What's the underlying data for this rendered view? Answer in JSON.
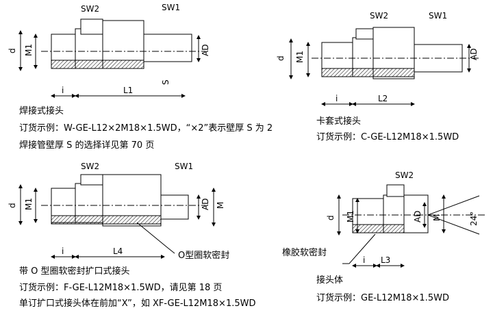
{
  "fig1": {
    "sw2": "SW2",
    "sw1": "SW1",
    "d": "d",
    "m1": "M1",
    "ad": "AD",
    "s": "S",
    "i": "i",
    "l": "L1",
    "title": "焊接式接头",
    "order": "订货示例：W-GE-L12×2M18×1.5WD，“×2”表示壁厚 S 为 2",
    "note": "焊接管壁厚 S 的选择详见第 70 页"
  },
  "fig2": {
    "sw2": "SW2",
    "sw1": "SW1",
    "d": "d",
    "m1": "M1",
    "ad": "AD",
    "i": "i",
    "l": "L2",
    "title": "卡套式接头",
    "order": "订货示例：C-GE-L12M18×1.5WD"
  },
  "fig3": {
    "sw2": "SW2",
    "sw1": "SW1",
    "d": "d",
    "m1": "M1",
    "ad": "AD",
    "m": "M",
    "i": "i",
    "l": "L4",
    "seal": "O型圈软密封",
    "title": "带 O 型圈软密封扩口式接头",
    "order": "订货示例：F-GE-L12M18×1.5WD，请见第 18 页",
    "note": "单订扩口式接头体在前加“X”，如 XF-GE-L12M18×1.5WD"
  },
  "fig4": {
    "sw2": "SW2",
    "d": "d",
    "m1": "M1",
    "ad": "AD",
    "m": "M",
    "angle": "24°",
    "i": "i",
    "l": "L3",
    "seal": "橡胶软密封",
    "title": "接头体",
    "order": "订货示例：GE-L12M18×1.5WD"
  }
}
